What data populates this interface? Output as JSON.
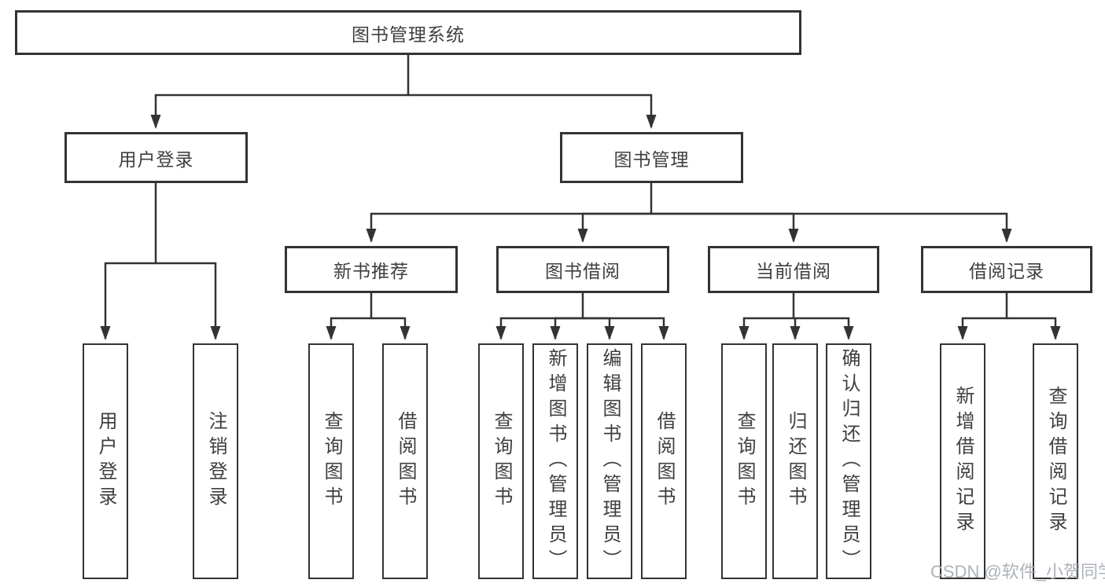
{
  "diagram": {
    "root": "图书管理系统",
    "level2": [
      "用户登录",
      "图书管理"
    ],
    "level3": [
      "新书推荐",
      "图书借阅",
      "当前借阅",
      "借阅记录"
    ],
    "leaf_groups": {
      "user_login": [
        "用户登录",
        "注销登录"
      ],
      "new_book_rec": [
        "查询图书",
        "借阅图书"
      ],
      "book_borrow": [
        "查询图书",
        "新增图书（管理员）",
        "编辑图书（管理员）",
        "借阅图书"
      ],
      "current_borrow": [
        "查询图书",
        "归还图书",
        "确认归还（管理员）"
      ],
      "borrow_records": [
        "新增借阅记录",
        "查询借阅记录"
      ]
    },
    "watermark": "CSDN @软件_小贺同学",
    "colors": {
      "line": "#333333",
      "text": "#3f3f3f",
      "watermark": "#a4abb2",
      "background": "#ffffff"
    }
  }
}
